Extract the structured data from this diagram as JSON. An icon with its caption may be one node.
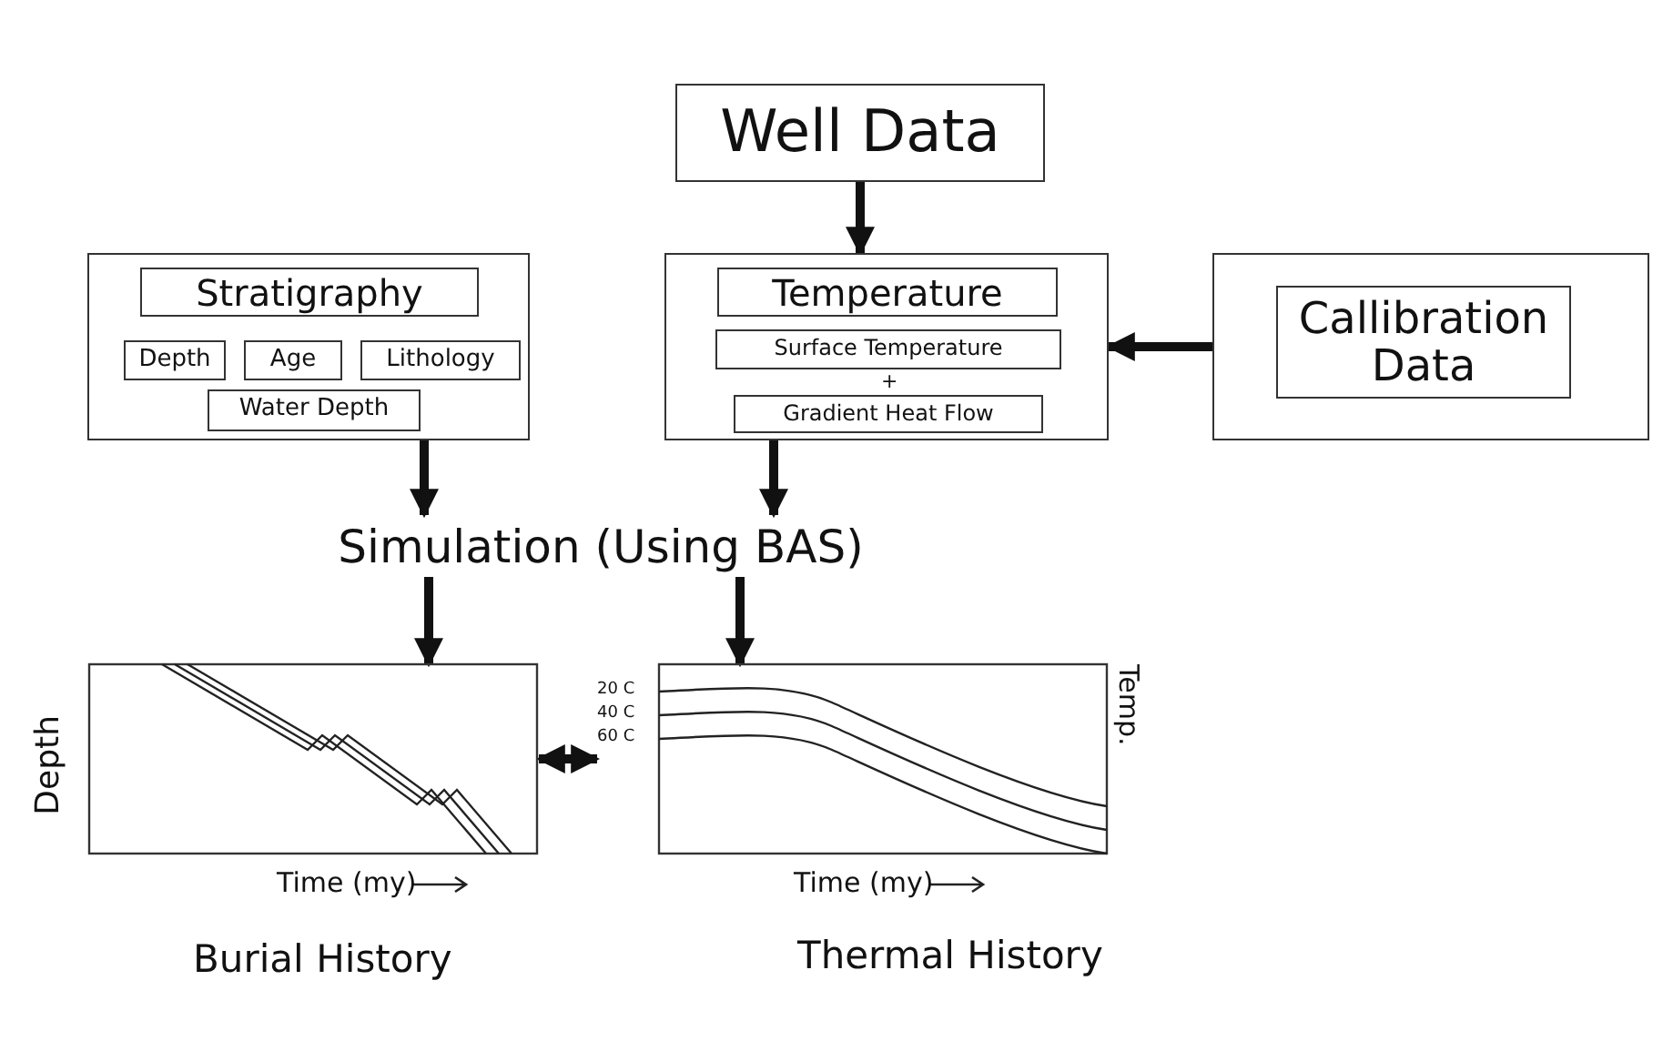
{
  "diagram": {
    "nodes": [
      {
        "text": [
          "Well Data"
        ]
      },
      {
        "text": [],
        "shape": "box"
      },
      {
        "text": [
          "Stratigraphy"
        ],
        "in": 1
      },
      {
        "text": [
          "Depth"
        ],
        "in": 1
      },
      {
        "text": [
          "Age"
        ],
        "in": 1
      },
      {
        "text": [
          "Lithology"
        ],
        "in": 1
      },
      {
        "text": [
          "Water Depth"
        ],
        "in": 1
      },
      {
        "text": [
          "+"
        ]
      },
      {
        "text": [
          "Temperature"
        ],
        "in": 7
      },
      {
        "text": [
          "Surface Temperature"
        ],
        "in": 7
      },
      {
        "text": [
          "Gradient Heat Flow"
        ],
        "in": 7
      },
      {
        "text": [],
        "shape": "box"
      },
      {
        "text": [
          "Callibration Data"
        ],
        "in": 11
      },
      {
        "text": [
          "Simulation (Using BAS)"
        ]
      },
      {
        "text": [
          "Depth",
          "Time (my)",
          "Burial History"
        ]
      },
      {
        "text": [
          "20 C",
          "40 C",
          "60 C",
          "Temp.",
          "Time (my)",
          "Thermal History"
        ]
      }
    ],
    "edges": [
      {
        "from": 0,
        "to": 7,
        "arrow": "to"
      },
      {
        "from": 11,
        "to": 7,
        "arrow": "to"
      },
      {
        "from": 1,
        "to": 13,
        "arrow": "to"
      },
      {
        "from": 7,
        "to": 13,
        "arrow": "to"
      },
      {
        "from": 13,
        "to": 14,
        "arrow": "to"
      },
      {
        "from": 13,
        "to": 15,
        "arrow": "to"
      },
      {
        "from": 14,
        "to": 15,
        "arrow": "both"
      }
    ]
  }
}
